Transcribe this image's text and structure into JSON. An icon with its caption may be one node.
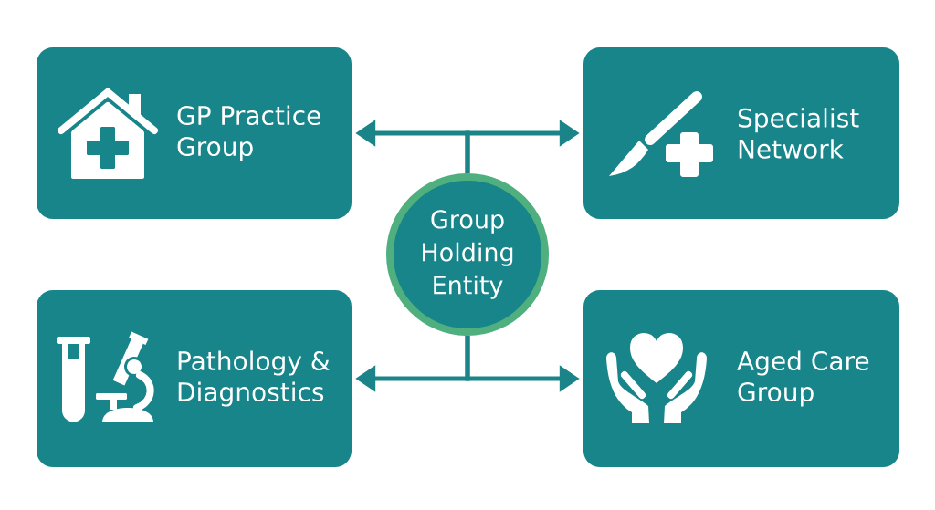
{
  "diagram": {
    "nodes": [
      {
        "text": [
          "GP Practice Group"
        ]
      },
      {
        "text": [
          "Specialist Network"
        ]
      },
      {
        "text": [
          "Group Holding Entity"
        ]
      },
      {
        "text": [
          "Pathology & Diagnostics"
        ]
      },
      {
        "text": [
          "Aged Care Group"
        ]
      }
    ],
    "edges": [
      {
        "from": 2,
        "to": 0,
        "arrow": "to"
      },
      {
        "from": 2,
        "to": 1,
        "arrow": "to"
      },
      {
        "from": 2,
        "to": 3,
        "arrow": "to"
      },
      {
        "from": 2,
        "to": 4,
        "arrow": "to"
      }
    ]
  }
}
